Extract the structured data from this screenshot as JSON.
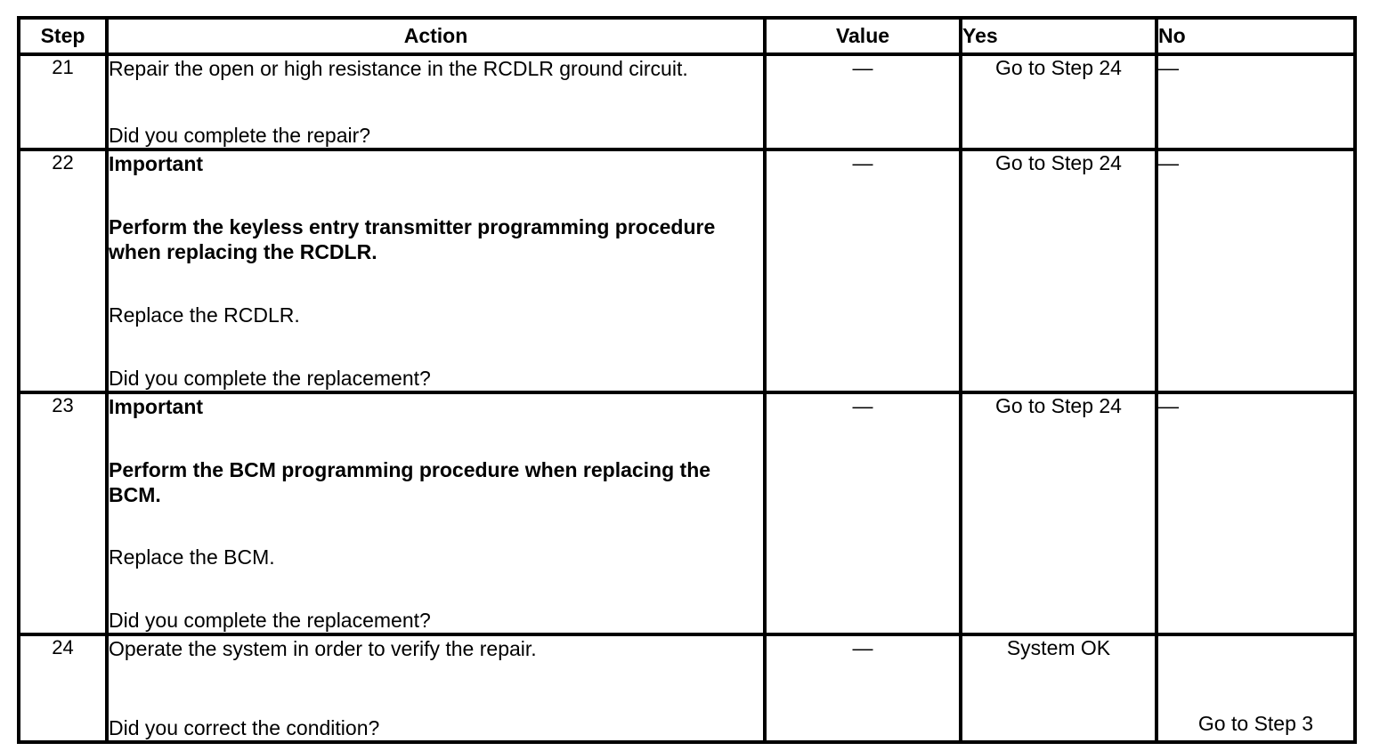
{
  "table": {
    "headers": {
      "step": "Step",
      "action": "Action",
      "value": "Value",
      "yes": "Yes",
      "no": "No"
    },
    "rows": [
      {
        "step": "21",
        "action_blocks": [
          {
            "text": "Repair the open or high resistance in the RCDLR ground circuit.",
            "bold": false
          },
          {
            "text": "Did you complete the repair?",
            "bold": false
          }
        ],
        "value": "—",
        "yes": "Go to Step 24",
        "no": "—"
      },
      {
        "step": "22",
        "action_blocks": [
          {
            "text": "Important",
            "bold": true
          },
          {
            "text": "Perform the keyless entry transmitter programming procedure when replacing the RCDLR.",
            "bold": true
          },
          {
            "text": "Replace the RCDLR.",
            "bold": false
          },
          {
            "text": "Did you complete the replacement?",
            "bold": false
          }
        ],
        "value": "—",
        "yes": "Go to Step 24",
        "no": "—"
      },
      {
        "step": "23",
        "action_blocks": [
          {
            "text": "Important",
            "bold": true
          },
          {
            "text": "Perform the BCM programming procedure when replacing the BCM.",
            "bold": true
          },
          {
            "text": "Replace the BCM.",
            "bold": false
          },
          {
            "text": "Did you complete the replacement?",
            "bold": false
          }
        ],
        "value": "—",
        "yes": "Go to Step 24",
        "no": "—"
      },
      {
        "step": "24",
        "action_blocks": [
          {
            "text": "Operate the system in order to verify the repair.",
            "bold": false
          },
          {
            "text": "Did you correct the condition?",
            "bold": false
          }
        ],
        "value": "—",
        "yes": "System OK",
        "no": "Go to Step 3"
      }
    ]
  }
}
